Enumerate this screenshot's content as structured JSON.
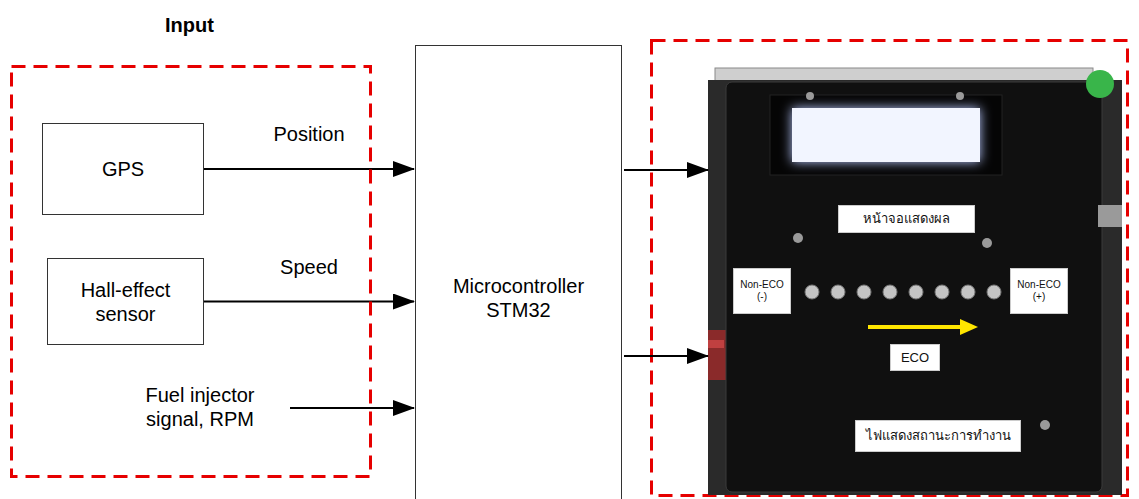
{
  "diagram": {
    "title": "Input",
    "nodes": [
      {
        "text": [
          "Input"
        ]
      },
      {
        "text": [
          "GPS"
        ],
        "in": 0
      },
      {
        "text": [
          "Hall-effect sensor"
        ],
        "in": 0
      },
      {
        "text": [
          "Microcontroller STM32"
        ]
      },
      {
        "text": [
          "หน้าจอแสดงผล"
        ]
      },
      {
        "text": [
          "Non-ECO (-)"
        ]
      },
      {
        "text": [
          "Non-ECO (+)"
        ]
      },
      {
        "text": [
          "ECO"
        ]
      },
      {
        "text": [
          "ไฟแสดงสถานะการทำงาน"
        ]
      }
    ],
    "edges": [
      {
        "from": 1,
        "to": 3,
        "label": "Position",
        "arrow": "to"
      },
      {
        "from": 2,
        "to": 3,
        "label": "Speed",
        "arrow": "to"
      }
    ],
    "labels": [
      "Fuel injector signal, RPM"
    ]
  }
}
